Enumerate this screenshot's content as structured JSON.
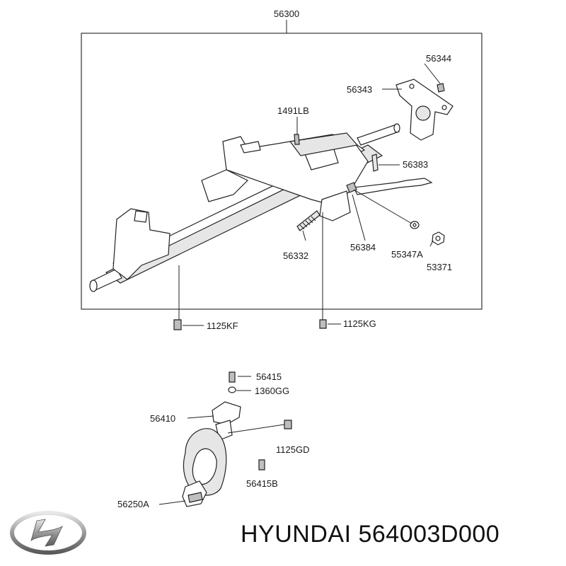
{
  "labels": {
    "main_assembly": "56300",
    "bracket_bolt": "56344",
    "mount_bracket": "56343",
    "top_bolt": "1491LB",
    "tilt_spring": "56383",
    "coil_spring": "56332",
    "lever_pin": "56384",
    "washer": "55347A",
    "nut": "53371",
    "bolt_left": "1125KF",
    "bolt_right": "1125KG",
    "joint_bolt": "56415",
    "joint_washer": "1360GG",
    "universal_joint": "56410",
    "boot_bolt": "1125GD",
    "boot_screw": "56415B",
    "lower_joint": "56250A"
  },
  "caption": {
    "brand": "HYUNDAI",
    "part_number": "564003D000"
  },
  "icons": {
    "logo": "hyundai-logo-icon"
  }
}
